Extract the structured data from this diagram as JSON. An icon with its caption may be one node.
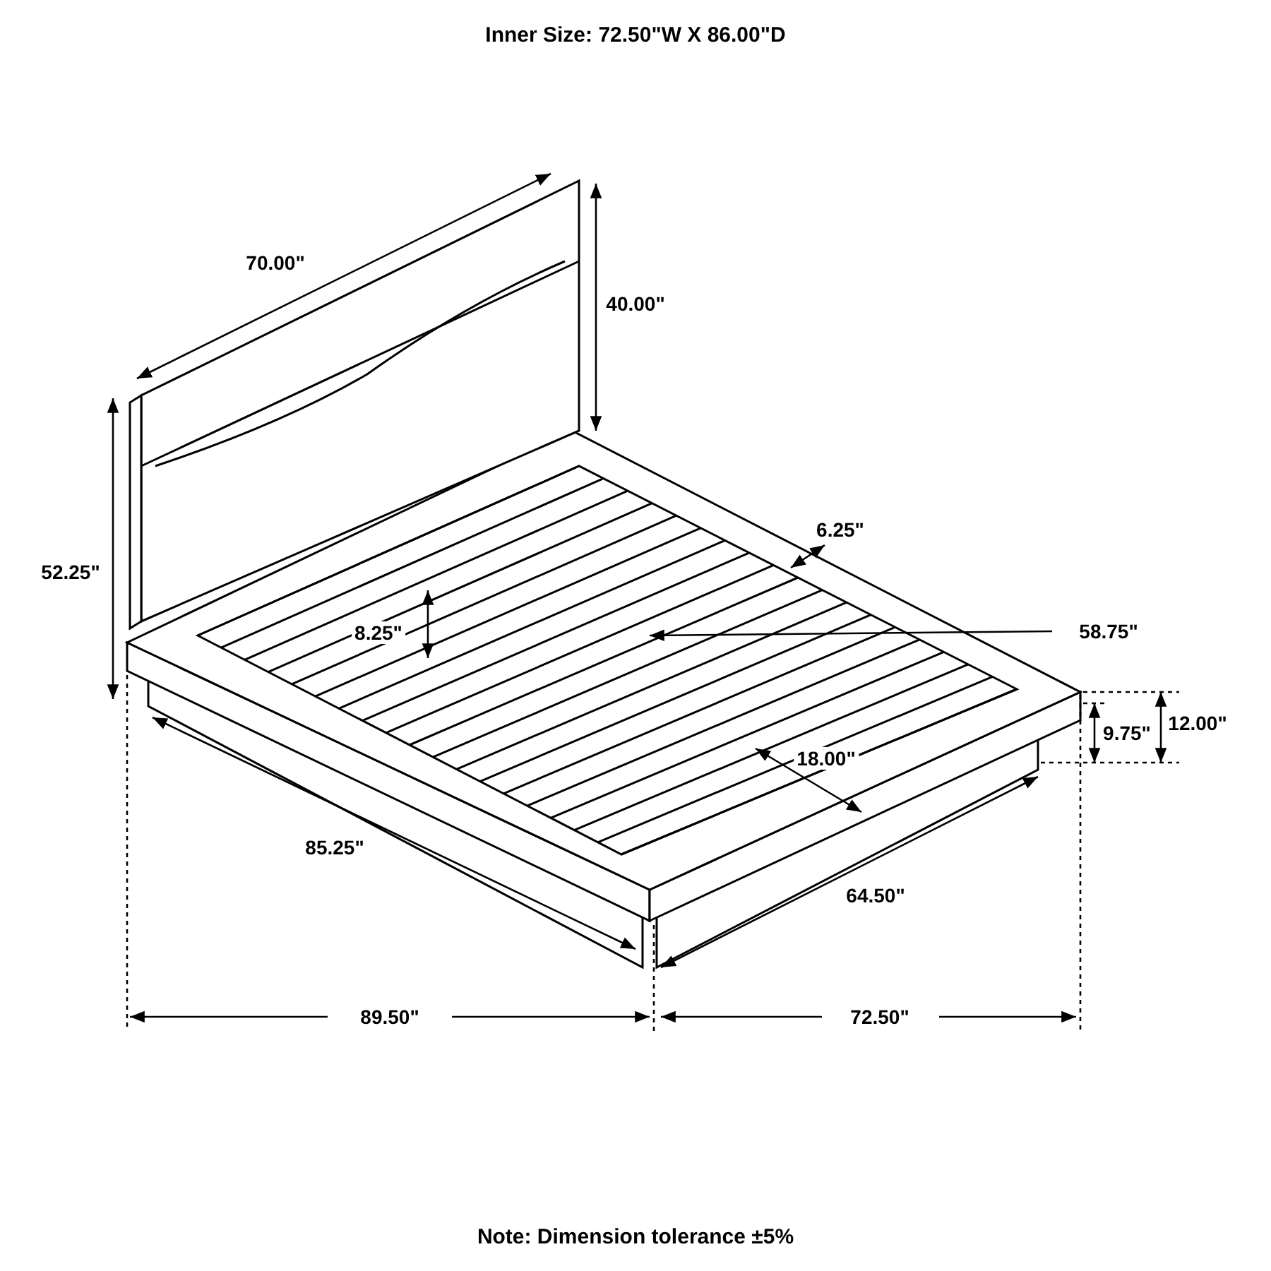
{
  "diagram": {
    "title": "Inner Size: 72.50\"W X 86.00\"D",
    "caption": "Note: Dimension tolerance ±5%",
    "labels": [
      "70.00\"",
      "40.00\"",
      "6.25\"",
      "52.25\"",
      "8.25\"",
      "58.75\"",
      "12.00\"",
      "9.75\"",
      "18.00\"",
      "85.25\"",
      "64.50\"",
      "89.50\"",
      "72.50\""
    ]
  }
}
